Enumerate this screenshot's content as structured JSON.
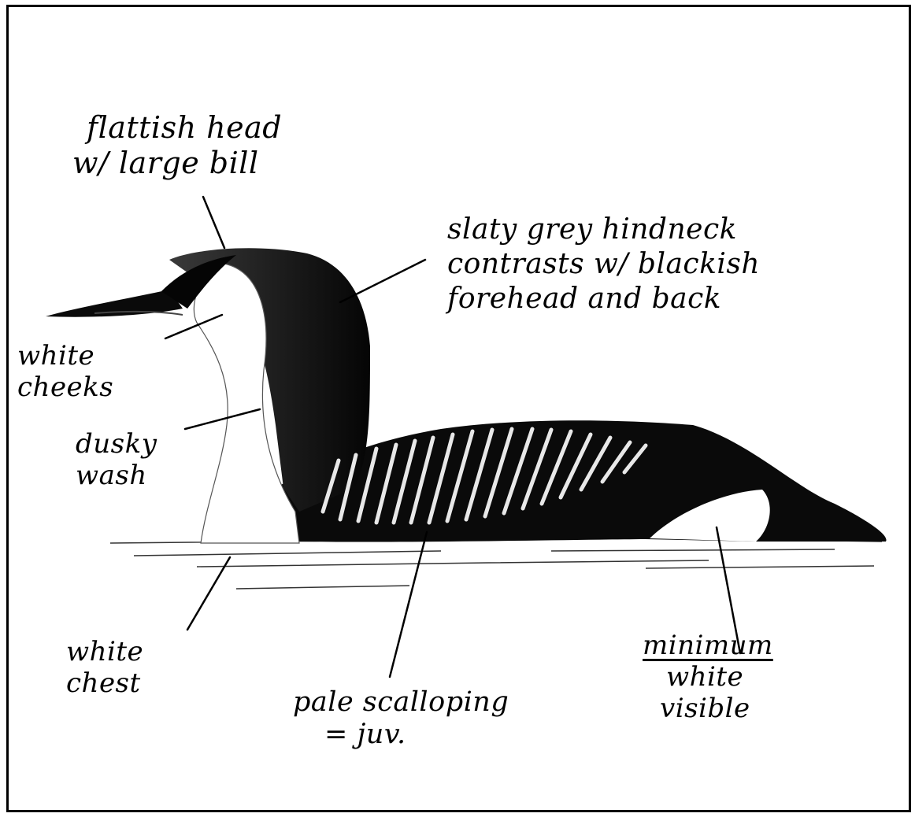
{
  "annotations": {
    "head": {
      "line1": "flattish head",
      "line2": "w/ large bill"
    },
    "hindneck": {
      "line1": "slaty grey hindneck",
      "line2": "contrasts w/ blackish",
      "line3": "forehead and back"
    },
    "cheeks": {
      "line1": "white",
      "line2": "cheeks"
    },
    "dusky": {
      "line1": "dusky",
      "line2": "wash"
    },
    "chest": {
      "line1": "white",
      "line2": "chest"
    },
    "scallop": {
      "line1": "pale scalloping",
      "line2": "= juv."
    },
    "flank": {
      "line1": "minimum",
      "line2": "white",
      "line3": "visible"
    }
  }
}
